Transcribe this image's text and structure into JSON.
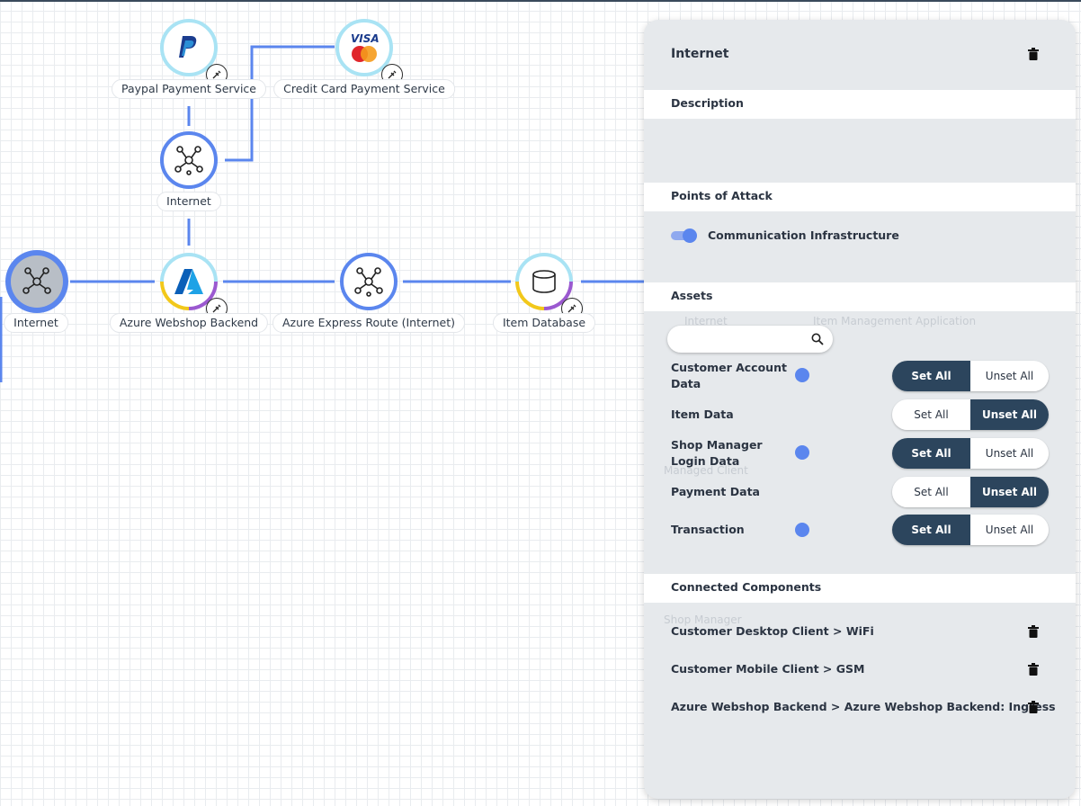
{
  "canvas": {
    "nodes": {
      "paypal": {
        "label": "Paypal Payment Service",
        "icon": "paypal-icon"
      },
      "credit_card": {
        "label": "Credit Card Payment Service",
        "icon": "visa-mastercard-icon"
      },
      "internet_top": {
        "label": "Internet",
        "icon": "network-hub-icon"
      },
      "internet_left": {
        "label": "Internet",
        "icon": "network-hub-icon"
      },
      "azure_backend": {
        "label": "Azure Webshop Backend",
        "icon": "azure-icon"
      },
      "express_route": {
        "label": "Azure Express Route (Internet)",
        "icon": "network-hub-icon"
      },
      "item_database": {
        "label": "Item Database",
        "icon": "database-icon"
      }
    },
    "ghost_labels": {
      "internet": "Internet",
      "item_mgmt": "Item Management Application",
      "managed_client": "Managed Client",
      "shop_manager": "Shop Manager"
    }
  },
  "panel": {
    "title": "Internet",
    "sections": {
      "description": "Description",
      "points_of_attack": "Points of Attack",
      "assets": "Assets",
      "connected": "Connected Components"
    },
    "description_text": "",
    "points_of_attack": {
      "label": "Communication Infrastructure",
      "enabled": true
    },
    "search": {
      "placeholder": "",
      "value": ""
    },
    "assets": [
      {
        "name": "Customer Account Data",
        "dot": true,
        "set_label": "Set All",
        "unset_label": "Unset All",
        "active": "set"
      },
      {
        "name": "Item Data",
        "dot": false,
        "set_label": "Set All",
        "unset_label": "Unset All",
        "active": "unset"
      },
      {
        "name": "Shop Manager Login Data",
        "dot": true,
        "set_label": "Set All",
        "unset_label": "Unset All",
        "active": "set"
      },
      {
        "name": "Payment Data",
        "dot": false,
        "set_label": "Set All",
        "unset_label": "Unset All",
        "active": "unset"
      },
      {
        "name": "Transaction",
        "dot": true,
        "set_label": "Set All",
        "unset_label": "Unset All",
        "active": "set"
      }
    ],
    "connected_components": [
      {
        "label": "Customer Desktop Client > WiFi"
      },
      {
        "label": "Customer Mobile Client > GSM"
      },
      {
        "label": "Azure Webshop Backend > Azure Webshop Backend: Ingress"
      }
    ],
    "colors": {
      "accent": "#5b86ee",
      "dark": "#2c455d",
      "panel_bg": "#e6e9ec"
    }
  }
}
